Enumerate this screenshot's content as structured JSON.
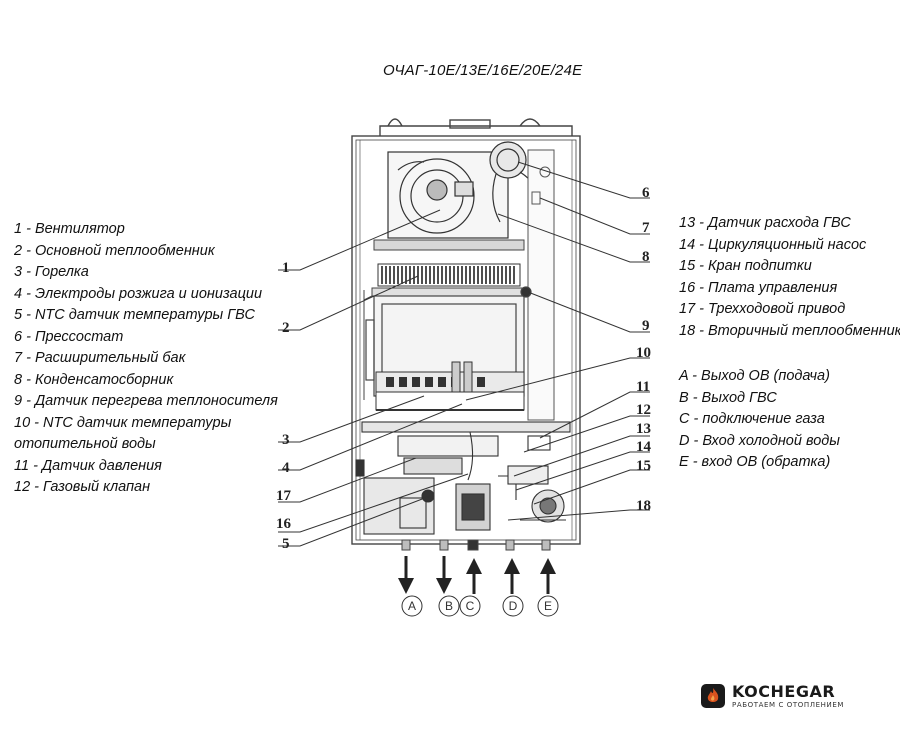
{
  "title": "ОЧАГ-10E/13E/16E/20E/24E",
  "legend_left": [
    "1 - Вентилятор",
    "2 - Основной теплообменник",
    "3 - Горелка",
    "4 - Электроды розжига и ионизации",
    "5 - NTC датчик температуры ГВС",
    "6 - Прессостат",
    "7 - Расширительный бак",
    "8 - Конденсатосборник",
    "9 - Датчик перегрева теплоносителя",
    "10 - NTC датчик температуры",
    "отопительной воды",
    "11 - Датчик давления",
    "12 - Газовый клапан"
  ],
  "legend_right": [
    "13 - Датчик расхода ГВС",
    "14 - Циркуляционный насос",
    "15 - Кран подпитки",
    "16 - Плата управления",
    "17 - Трехходовой привод",
    "18 - Вторичный теплообменник"
  ],
  "legend_io": [
    "A - Выход ОВ (подача)",
    "B - Выход ГВС",
    "C - подключение газа",
    "D - Вход холодной воды",
    "E - вход ОВ (обратка)"
  ],
  "callouts": {
    "n1": "1",
    "n2": "2",
    "n3": "3",
    "n4": "4",
    "n5": "5",
    "n6": "6",
    "n7": "7",
    "n8": "8",
    "n9": "9",
    "n10": "10",
    "n11": "11",
    "n12": "12",
    "n13": "13",
    "n14": "14",
    "n15": "15",
    "n16": "16",
    "n17": "17",
    "n18": "18"
  },
  "connections": {
    "a": "A",
    "b": "B",
    "c": "C",
    "d": "D",
    "e": "E"
  },
  "logo": {
    "name": "KOCHEGAR",
    "tagline": "РАБОТАЕМ С ОТОПЛЕНИЕМ",
    "accent_color": "#d9531e"
  }
}
